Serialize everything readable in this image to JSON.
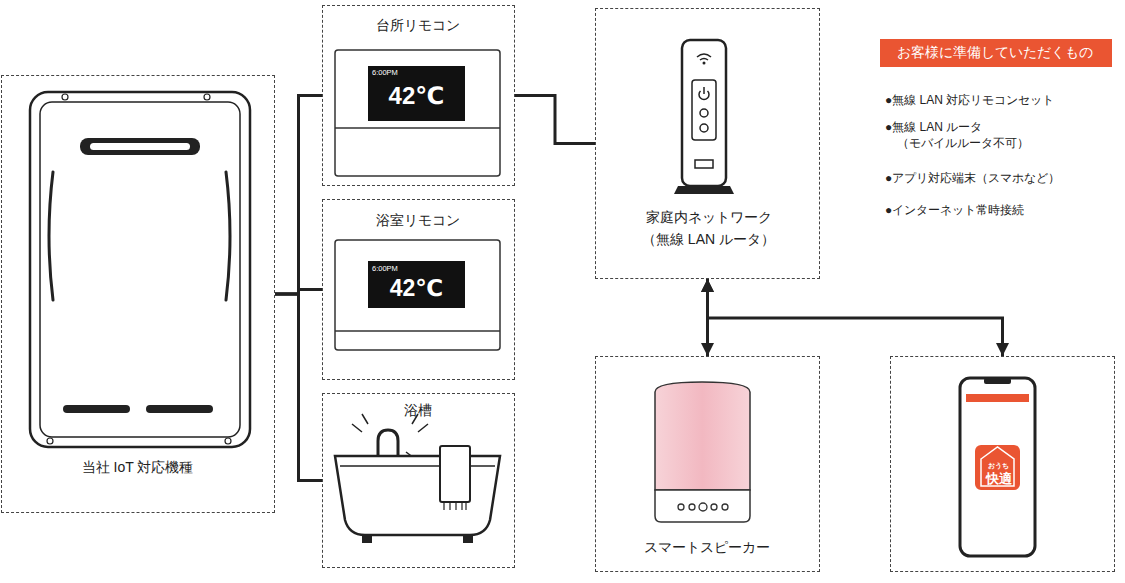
{
  "diagram": {
    "nodes": [
      {
        "text": [
          "当社 IoT 対応機種"
        ]
      },
      {
        "text": [
          "台所リモコン"
        ]
      },
      {
        "text": [
          "浴室リモコン"
        ]
      },
      {
        "text": [
          "浴槽"
        ]
      },
      {
        "text": [
          "家庭内ネットワーク （無線 LAN ルータ）"
        ]
      },
      {
        "text": [
          "スマートスピーカー"
        ]
      },
      {
        "text": [
          "おうち",
          "快適"
        ]
      },
      {
        "text": [
          "お客様に準備していただくもの"
        ]
      }
    ],
    "edges": [
      {
        "from": 0,
        "to": 1,
        "arrow": "none"
      },
      {
        "from": 0,
        "to": 2,
        "arrow": "none"
      },
      {
        "from": 0,
        "to": 3,
        "arrow": "none"
      },
      {
        "from": 1,
        "to": 4,
        "arrow": "none"
      },
      {
        "from": 4,
        "to": 5,
        "arrow": "both"
      },
      {
        "from": 4,
        "to": 6,
        "arrow": "both"
      }
    ],
    "labels": [
      "6:00PM",
      "42℃",
      "6:00PM",
      "42℃",
      "●無線 LAN 対応リモコンセット",
      "●無線 LAN ルータ （モバイルルータ不可）",
      "●アプリ対応端末（スマホなど）",
      "●インターネット常時接続"
    ]
  }
}
